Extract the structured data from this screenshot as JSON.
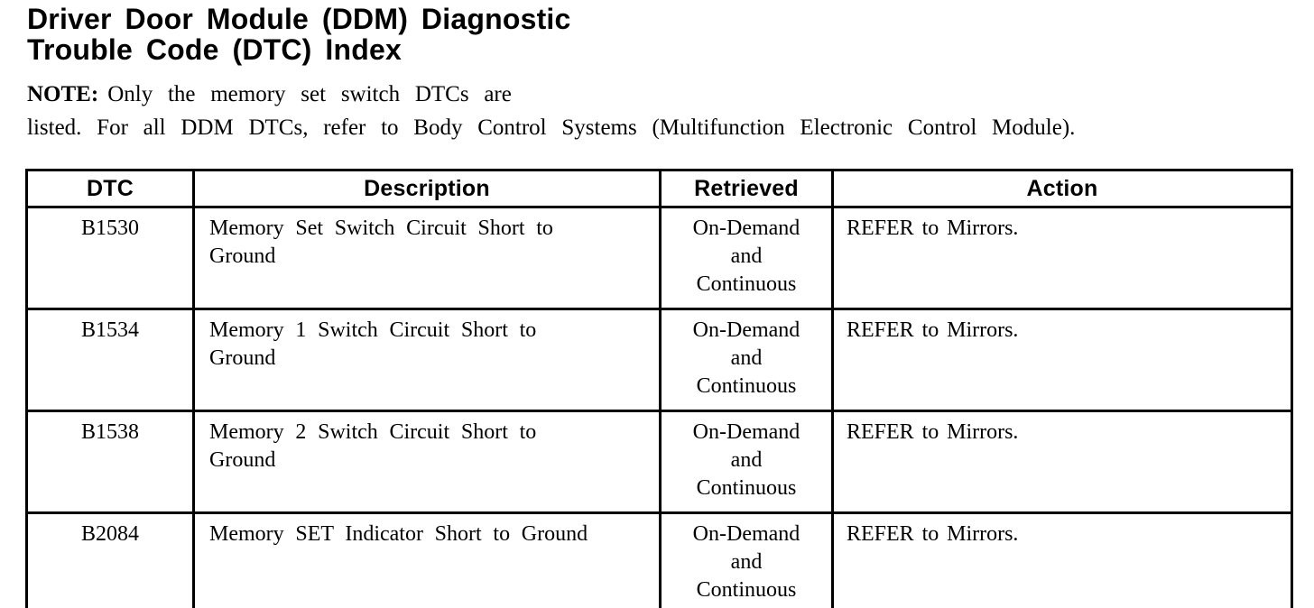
{
  "page": {
    "title_lines": [
      "Driver Door Module (DDM) Diagnostic",
      "Trouble Code (DTC) Index"
    ],
    "note": {
      "label": "NOTE:",
      "lines": [
        "Only the memory set switch DTCs are",
        "listed. For all DDM DTCs, refer to Body Control Systems (Multifunction Electronic Control Module)."
      ]
    }
  },
  "table": {
    "columns": [
      "DTC",
      "Description",
      "Retrieved",
      "Action"
    ],
    "rows": [
      {
        "dtc": "B1530",
        "description_lines": [
          "Memory Set Switch Circuit Short to",
          "Ground"
        ],
        "retrieved_lines": [
          "On-Demand",
          "and",
          "Continuous"
        ],
        "action": "REFER to Mirrors."
      },
      {
        "dtc": "B1534",
        "description_lines": [
          "Memory 1 Switch Circuit Short to",
          "Ground"
        ],
        "retrieved_lines": [
          "On-Demand",
          "and",
          "Continuous"
        ],
        "action": "REFER to Mirrors."
      },
      {
        "dtc": "B1538",
        "description_lines": [
          "Memory 2 Switch Circuit Short to",
          "Ground"
        ],
        "retrieved_lines": [
          "On-Demand",
          "and",
          "Continuous"
        ],
        "action": "REFER to Mirrors."
      },
      {
        "dtc": "B2084",
        "description_lines": [
          "Memory SET Indicator Short to Ground"
        ],
        "retrieved_lines": [
          "On-Demand",
          "and",
          "Continuous"
        ],
        "action": "REFER to Mirrors."
      }
    ]
  }
}
